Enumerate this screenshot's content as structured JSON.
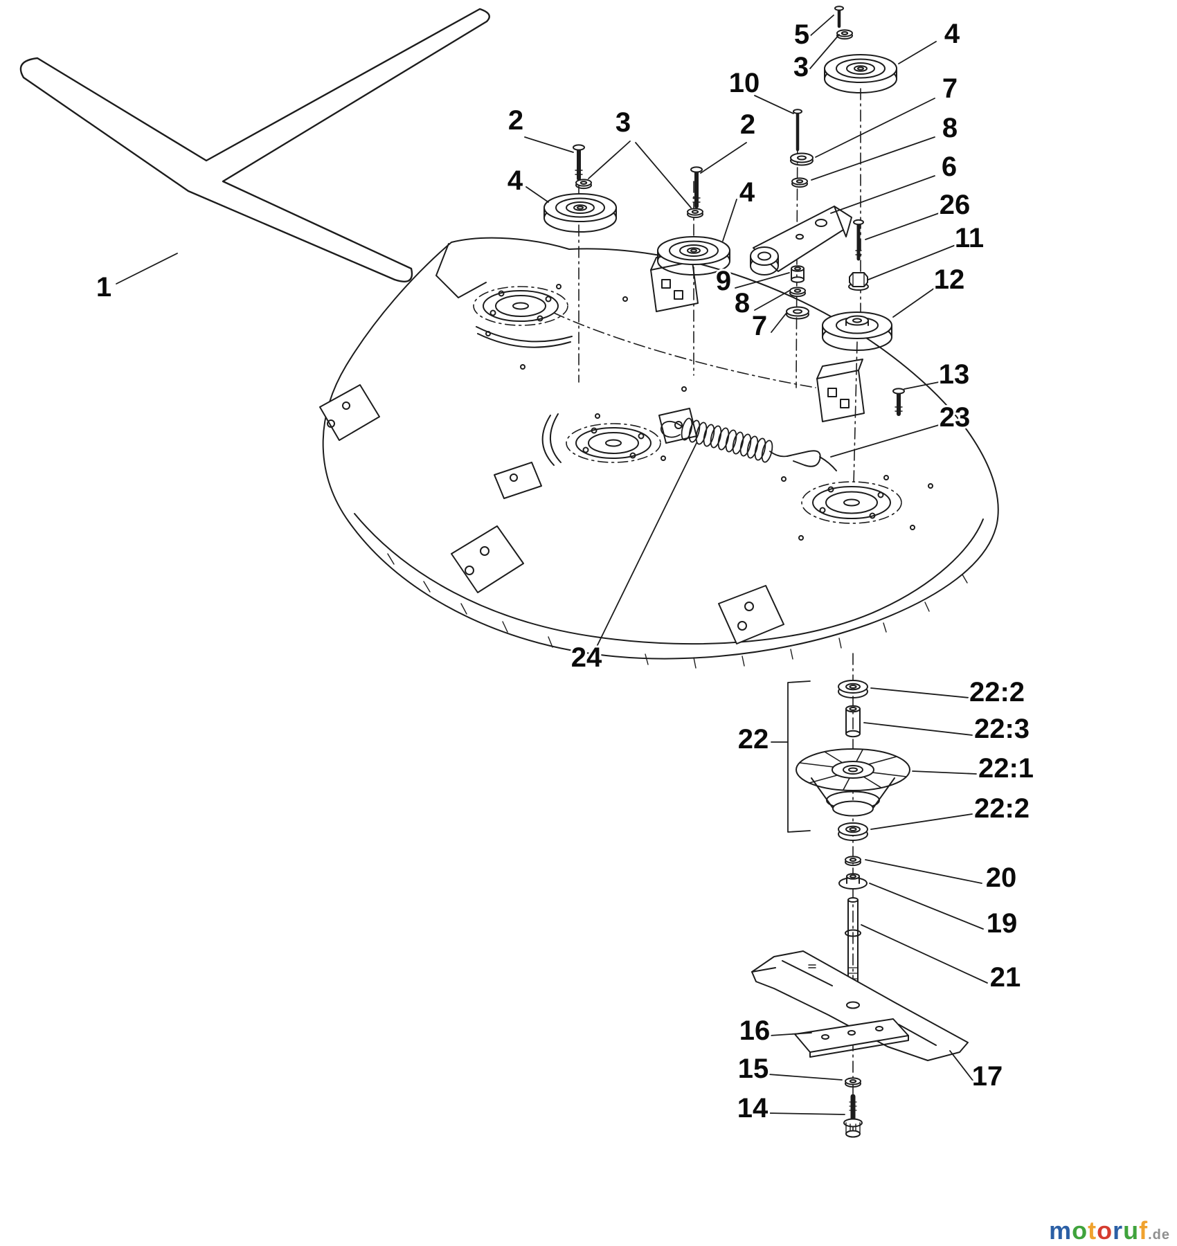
{
  "diagram": {
    "background": "#ffffff",
    "line_color": "#1c1c1c",
    "label_color": "#0b0b0b"
  },
  "labels": [
    {
      "part": "1"
    },
    {
      "part": "2"
    },
    {
      "part": "3"
    },
    {
      "part": "2"
    },
    {
      "part": "5"
    },
    {
      "part": "3"
    },
    {
      "part": "4"
    },
    {
      "part": "10"
    },
    {
      "part": "7"
    },
    {
      "part": "8"
    },
    {
      "part": "6"
    },
    {
      "part": "26"
    },
    {
      "part": "4"
    },
    {
      "part": "4"
    },
    {
      "part": "11"
    },
    {
      "part": "12"
    },
    {
      "part": "9"
    },
    {
      "part": "8"
    },
    {
      "part": "7"
    },
    {
      "part": "13"
    },
    {
      "part": "23"
    },
    {
      "part": "24"
    },
    {
      "part": "22"
    },
    {
      "part": "22:2"
    },
    {
      "part": "22:3"
    },
    {
      "part": "22:1"
    },
    {
      "part": "22:2"
    },
    {
      "part": "20"
    },
    {
      "part": "19"
    },
    {
      "part": "21"
    },
    {
      "part": "16"
    },
    {
      "part": "15"
    },
    {
      "part": "17"
    },
    {
      "part": "14"
    }
  ],
  "watermark": {
    "letters": [
      {
        "char": "m",
        "color": "#2b5fa5"
      },
      {
        "char": "o",
        "color": "#3fa33c"
      },
      {
        "char": "t",
        "color": "#f0a22e"
      },
      {
        "char": "o",
        "color": "#d53c2f"
      },
      {
        "char": "r",
        "color": "#2b5fa5"
      },
      {
        "char": "u",
        "color": "#3fa33c"
      },
      {
        "char": "f",
        "color": "#f0a22e"
      }
    ],
    "suffix": {
      "text": ".de",
      "color": "#8f8f8f"
    }
  }
}
